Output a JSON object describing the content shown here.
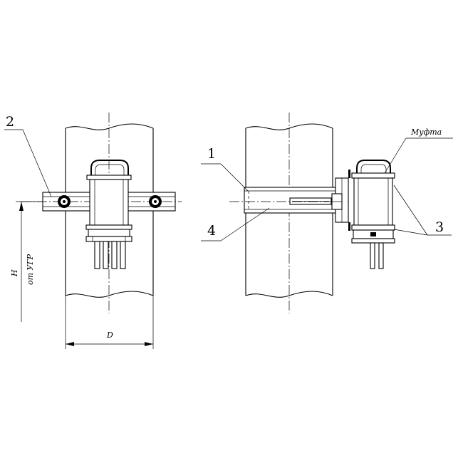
{
  "callouts": {
    "c1": "1",
    "c2": "2",
    "c3": "3",
    "c4": "4"
  },
  "labels": {
    "coupling": "Муфта",
    "height": "H",
    "height_ref": "от УГР",
    "diameter": "D"
  },
  "colors": {
    "line": "#000000",
    "background": "#ffffff"
  }
}
